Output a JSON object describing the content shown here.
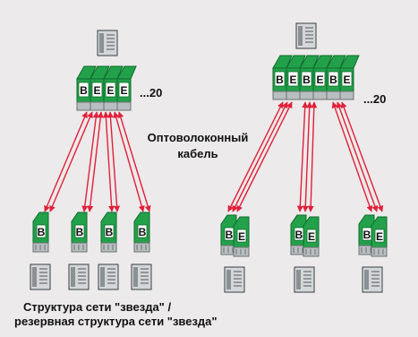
{
  "labels": {
    "count_left": "...20",
    "count_right": "...20",
    "fiber_line1": "Оптоволоконный",
    "fiber_line2": "кабель",
    "caption_line1": "Структура сети \"звезда\" /",
    "caption_line2": "резервная структура сети \"звезда\""
  },
  "module_letters": {
    "b": "B",
    "e": "E"
  },
  "colors": {
    "background": "#eceaea",
    "module_green": "#22a14a",
    "module_green_dark": "#0f6b2c",
    "module_gray": "#b9bec1",
    "cable_red": "#e0203a",
    "pc_gray": "#8a9094"
  },
  "icons": [
    "plc-controller-icon",
    "io-module-icon",
    "fiber-arrow-icon"
  ]
}
